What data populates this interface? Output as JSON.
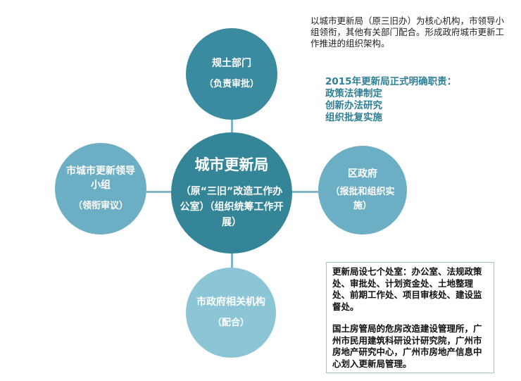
{
  "note": "以城市更新局（原三旧办）为核心机构，市领导小组领衔，其他有关部门配合。形成政府城市更新工作推进的组织架构。",
  "duties": {
    "title": "2015年更新局正式明确职责：",
    "items": [
      "政策法律制定",
      "创新办法研究",
      "组织批复实施"
    ]
  },
  "nodes": {
    "center": {
      "title": "城市更新局",
      "subtitle": "（原“三旧”改造工作办公室）（组织统筹工作开展）"
    },
    "top": {
      "title": "规土部门",
      "subtitle": "（负责审批）"
    },
    "left": {
      "title": "市城市更新领导小组",
      "subtitle": "（领衔审议）"
    },
    "right": {
      "title": "区政府",
      "subtitle": "（报批和组织实施）"
    },
    "bottom": {
      "title": "市政府相关机构",
      "subtitle": "（配合）"
    }
  },
  "info_box": {
    "para1": "更新局设七个处室：办公室、法规政策处、审批处、计划资金处、土地整理处、前期工作处、项目审核处、建设监督处。",
    "para2": "国土房管局的危房改造建设管理所，广州市民用建筑科研设计研究院，广州市房地产研究中心，广州市房地产信息中心划入更新局管理。"
  },
  "colors": {
    "center": "#338597",
    "top": "#3a8ba0",
    "left": "#6caec3",
    "right": "#6caec3",
    "bottom": "#8cc6d6",
    "accent_text": "#2f7f95",
    "connector": "#7fb5c6"
  }
}
